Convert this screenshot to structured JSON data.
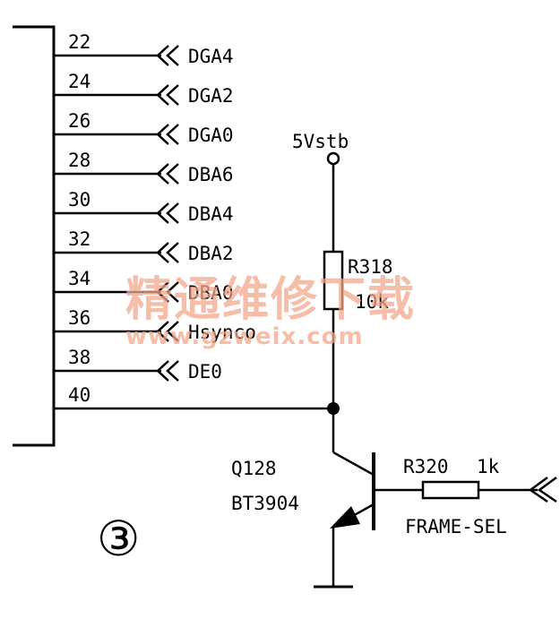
{
  "connector": {
    "pins": [
      {
        "num": "22",
        "net": "DGA4"
      },
      {
        "num": "24",
        "net": "DGA2"
      },
      {
        "num": "26",
        "net": "DGA0"
      },
      {
        "num": "28",
        "net": "DBA6"
      },
      {
        "num": "30",
        "net": "DBA4"
      },
      {
        "num": "32",
        "net": "DBA2"
      },
      {
        "num": "34",
        "net": "DBA0"
      },
      {
        "num": "36",
        "net": "Hsynco"
      },
      {
        "num": "38",
        "net": "DE0"
      },
      {
        "num": "40",
        "net": ""
      }
    ]
  },
  "supply": {
    "label": "5Vstb"
  },
  "r318": {
    "ref": "R318",
    "value": "10k"
  },
  "q128": {
    "ref": "Q128",
    "part": "BT3904"
  },
  "r320": {
    "ref": "R320",
    "value": "1k"
  },
  "frame_sel": {
    "label": "FRAME-SEL"
  },
  "section_marker": "③",
  "watermark": {
    "text": "精通维修下载",
    "url": "www.gzweix.com"
  },
  "colors": {
    "ink": "#000000",
    "watermark": "#f3a78c"
  }
}
